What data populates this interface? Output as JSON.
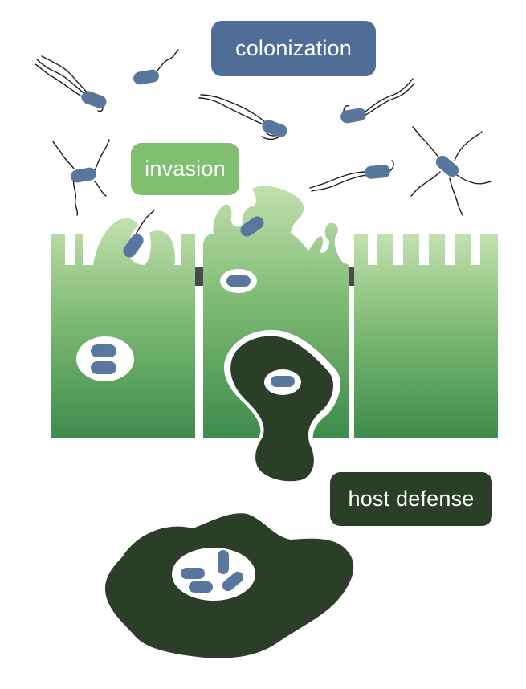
{
  "labels": {
    "colonization": "colonization",
    "invasion": "invasion",
    "host_defense": "host defense"
  },
  "colors": {
    "colonization_box": "#4f6e97",
    "colonization_text": "#ffffff",
    "invasion_box": "#7fbf6f",
    "invasion_text": "#ffffff",
    "host_defense_box": "#2b3e27",
    "host_defense_text": "#ffffff",
    "bacterium": "#58779f",
    "flagella": "#1c1c1c",
    "epithelium_top": "#c3e0ae",
    "epithelium_bottom": "#3e8c4c",
    "phagocyte": "#2b3e27",
    "tight_junction": "#4a4a4a",
    "vacuole": "#ffffff"
  }
}
